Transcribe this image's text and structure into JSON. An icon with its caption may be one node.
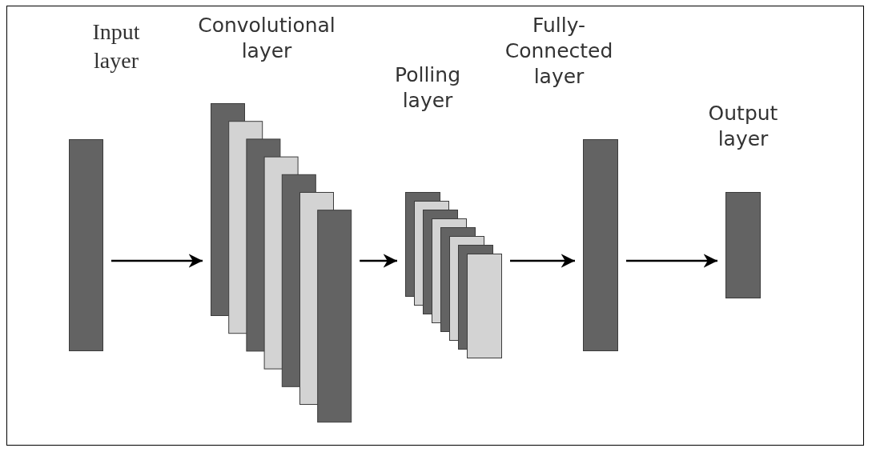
{
  "diagram": {
    "nodes": [
      {
        "text": [
          "Input layer"
        ]
      },
      {
        "text": [
          "Convolutional layer"
        ]
      },
      {
        "text": [
          "Polling layer"
        ]
      },
      {
        "text": [
          "Fully-Connected layer"
        ]
      },
      {
        "text": [
          "Output layer"
        ]
      }
    ],
    "edges": [
      {
        "from": 0,
        "to": 1,
        "arrow": "to"
      },
      {
        "from": 1,
        "to": 2,
        "arrow": "to"
      },
      {
        "from": 2,
        "to": 3,
        "arrow": "to"
      },
      {
        "from": 3,
        "to": 4,
        "arrow": "to"
      }
    ]
  }
}
